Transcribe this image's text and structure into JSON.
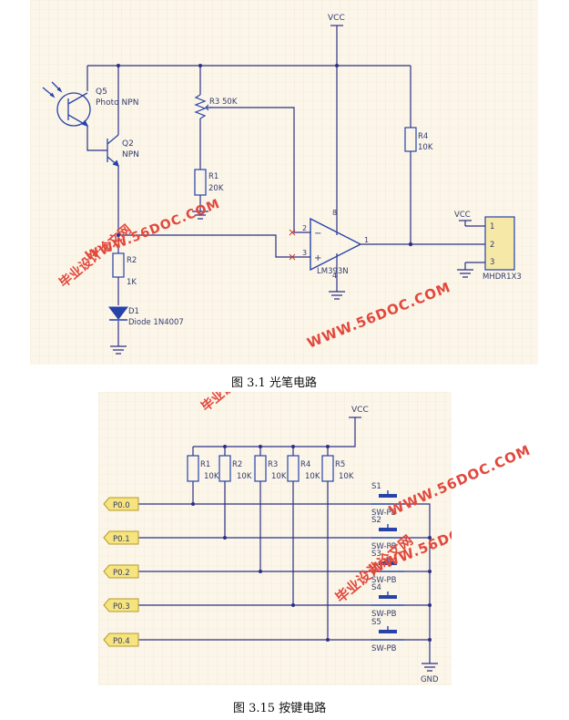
{
  "fig1": {
    "caption": "图 3.1  光笔电路",
    "vcc_label": "VCC",
    "q5_ref": "Q5",
    "q5_value": "Photo NPN",
    "q2_ref": "Q2",
    "q2_value": "NPN",
    "r3_label": "R3 50K",
    "r1_ref": "R1",
    "r1_value": "20K",
    "r4_ref": "R4",
    "r4_value": "10K",
    "r2_ref": "R2",
    "r2_value": "1K",
    "d1_ref": "D1",
    "d1_value": "Diode 1N4007",
    "op_part": "LM393N",
    "op_pin2": "2",
    "op_pin3": "3",
    "op_pin1": "1",
    "op_pin8": "8",
    "op_pin4": "4",
    "minus_sign": "−",
    "plus_sign": "+",
    "conn_vcc": "VCC",
    "conn_pin1": "1",
    "conn_pin2": "2",
    "conn_pin3": "3",
    "conn_part": "MHDR1X3"
  },
  "fig2": {
    "caption": "图 3.15  按键电路",
    "vcc_label": "VCC",
    "gnd_label": "GND",
    "resistors": [
      {
        "ref": "R1",
        "value": "10K"
      },
      {
        "ref": "R2",
        "value": "10K"
      },
      {
        "ref": "R3",
        "value": "10K"
      },
      {
        "ref": "R4",
        "value": "10K"
      },
      {
        "ref": "R5",
        "value": "10K"
      }
    ],
    "ports": [
      "P0.0",
      "P0.1",
      "P0.2",
      "P0.3",
      "P0.4"
    ],
    "switches": [
      {
        "ref": "S1",
        "type": "SW-PB"
      },
      {
        "ref": "S2",
        "type": "SW-PB"
      },
      {
        "ref": "S3",
        "type": "SW-PB"
      },
      {
        "ref": "S4",
        "type": "SW-PB"
      },
      {
        "ref": "S5",
        "type": "SW-PB"
      }
    ]
  },
  "watermarks": {
    "name": "毕业设计论文网",
    "url": "WWW.56DOC.COM"
  },
  "colors": {
    "wire": "#2d2f86",
    "component": "#2742a8",
    "label": "#333b6e",
    "watermark": "#e2483d",
    "port_fill": "#f6e47f",
    "background": "#fbf6e9"
  }
}
